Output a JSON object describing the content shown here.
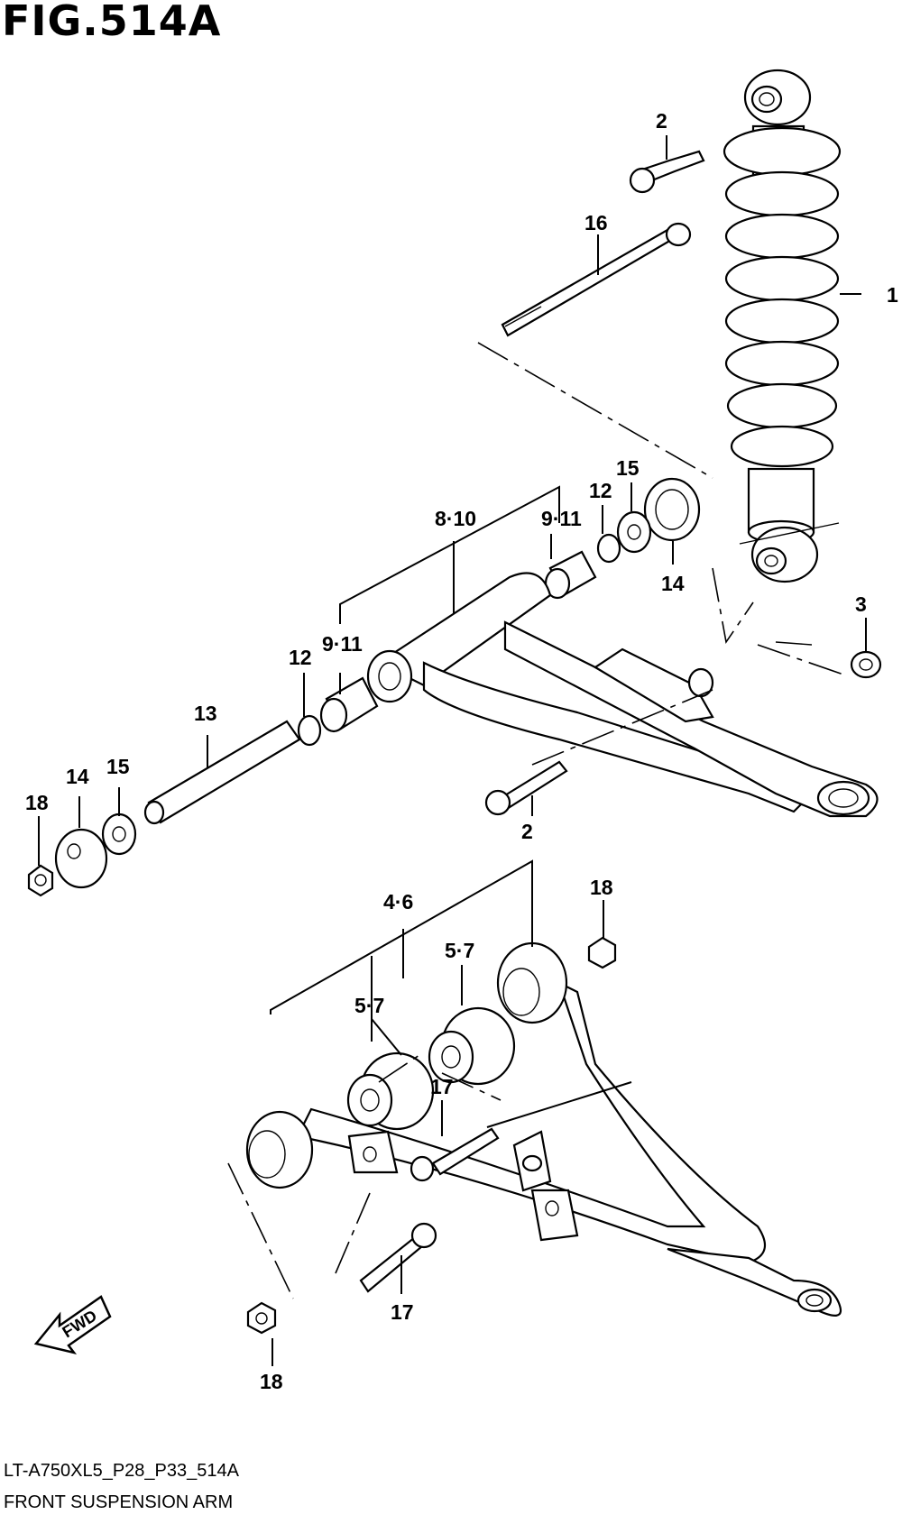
{
  "figure": {
    "title": "FIG.514A",
    "model_code": "LT-A750XL5_P28_P33_514A",
    "name": "FRONT SUSPENSION ARM",
    "fwd_label": "FWD"
  },
  "callouts": {
    "c1": "1",
    "c2a": "2",
    "c2b": "2",
    "c3": "3",
    "c16": "16",
    "c15a": "15",
    "c12a": "12",
    "c9_11a": "9·11",
    "c8_10": "8·10",
    "c14a": "14",
    "c12b": "12",
    "c9_11b": "9·11",
    "c13": "13",
    "c14b": "14",
    "c15b": "15",
    "c18a": "18",
    "c4_6": "4·6",
    "c5_7a": "5·7",
    "c5_7b": "5·7",
    "c18b": "18",
    "c17a": "17",
    "c17b": "17",
    "c18c": "18"
  }
}
